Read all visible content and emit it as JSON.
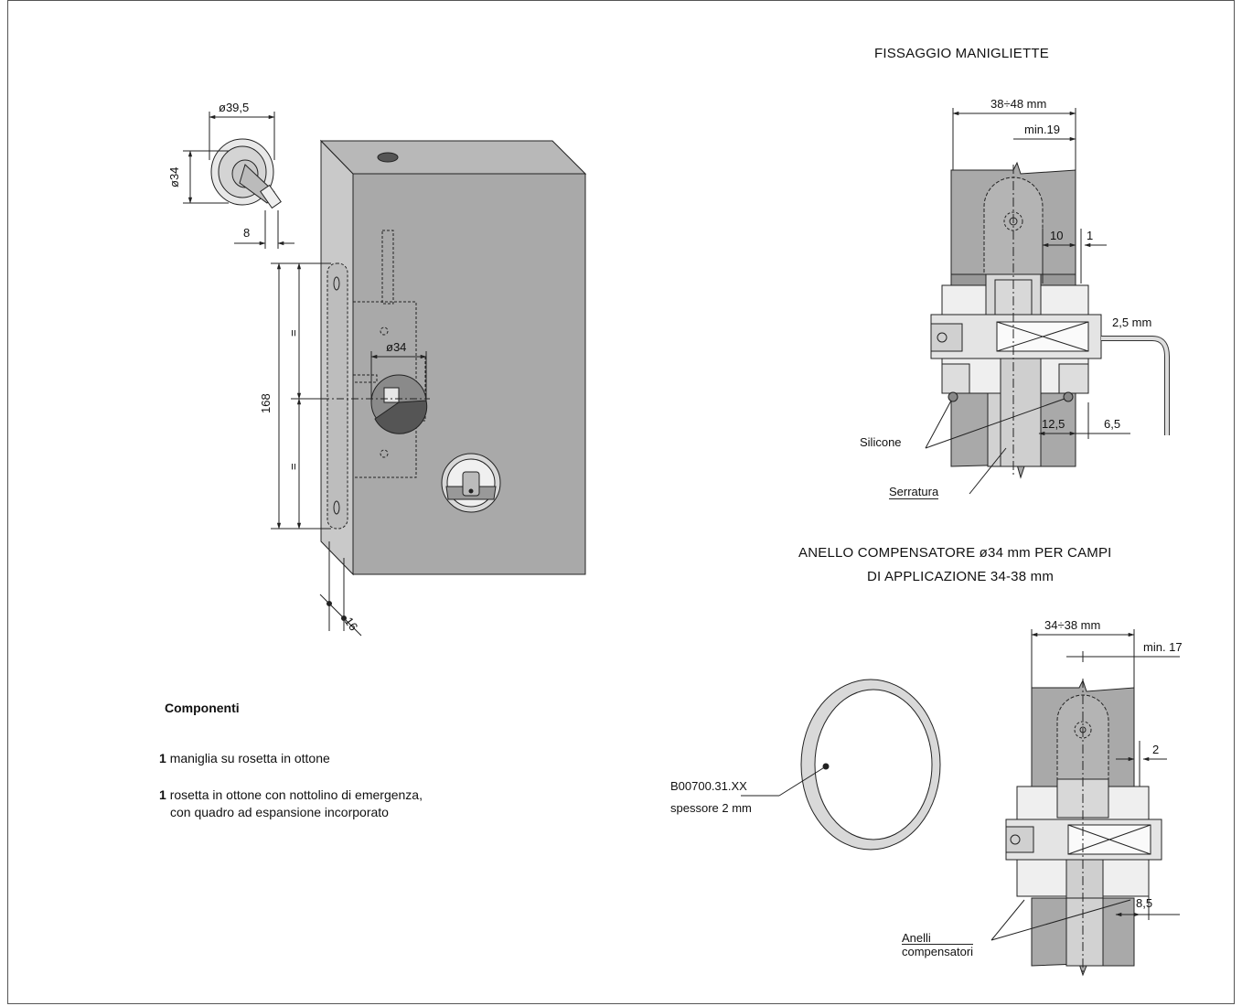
{
  "titles": {
    "fixing": "FISSAGGIO MANIGLIETTE",
    "ring_line1": "ANELLO COMPENSATORE ø34 mm PER CAMPI",
    "ring_line2": "DI APPLICAZIONE 34-38 mm"
  },
  "left_dims": {
    "d395": "ø39,5",
    "d34": "ø34",
    "eight": "8",
    "d34_center": "ø34",
    "h168": "168",
    "eq1": "=",
    "eq2": "=",
    "sixteen": "16"
  },
  "fix_dims": {
    "range": "38÷48 mm",
    "min": "min.19",
    "ten": "10",
    "one": "1",
    "hex": "2,5 mm",
    "twelve": "12,5",
    "sixfive": "6,5",
    "silicone": "Silicone",
    "serratura": "Serratura"
  },
  "ring_dims": {
    "range": "34÷38 mm",
    "min": "min. 17",
    "two": "2",
    "eightfive": "8,5",
    "code": "B00700.31.XX",
    "thickness": "spessore 2 mm",
    "anelli1": "Anelli",
    "anelli2": "compensatori"
  },
  "components": {
    "title": "Componenti",
    "items": [
      {
        "qty": "1",
        "text": "maniglia su rosetta in ottone"
      },
      {
        "qty": "1",
        "text": "rosetta in ottone con nottolino di emergenza,"
      },
      {
        "qty": "",
        "text": "con quadro ad espansione incorporato"
      }
    ]
  },
  "colors": {
    "door": "#a9a9a9",
    "door_side": "#c9c9c9",
    "line": "#222222"
  }
}
